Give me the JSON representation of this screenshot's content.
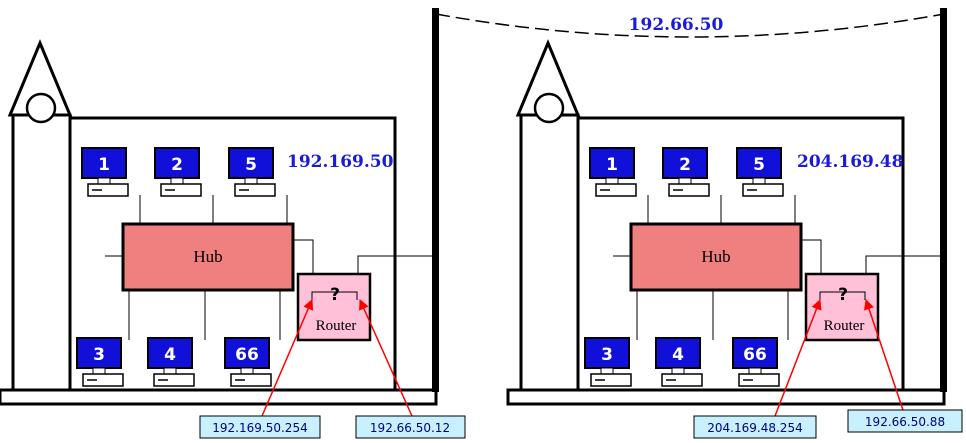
{
  "backbone": {
    "network_label": "192.66.50"
  },
  "buildings": [
    {
      "network_label": "192.169.50",
      "hub_label": "Hub",
      "router_label": "Router",
      "router_symbol": "?",
      "computers": [
        "1",
        "2",
        "5",
        "3",
        "4",
        "66"
      ],
      "ip_inner": "192.169.50.254",
      "ip_outer": "192.66.50.12"
    },
    {
      "network_label": "204.169.48",
      "hub_label": "Hub",
      "router_label": "Router",
      "router_symbol": "?",
      "computers": [
        "1",
        "2",
        "5",
        "3",
        "4",
        "66"
      ],
      "ip_inner": "204.169.48.254",
      "ip_outer": "192.66.50.88"
    }
  ],
  "colors": {
    "hub_fill": "#f08080",
    "router_fill": "#ffc0d8",
    "screen_fill": "#1010d8",
    "ip_box_fill": "#c8f0ff",
    "arrow": "#ff0000",
    "network_text": "#1a1adb"
  }
}
